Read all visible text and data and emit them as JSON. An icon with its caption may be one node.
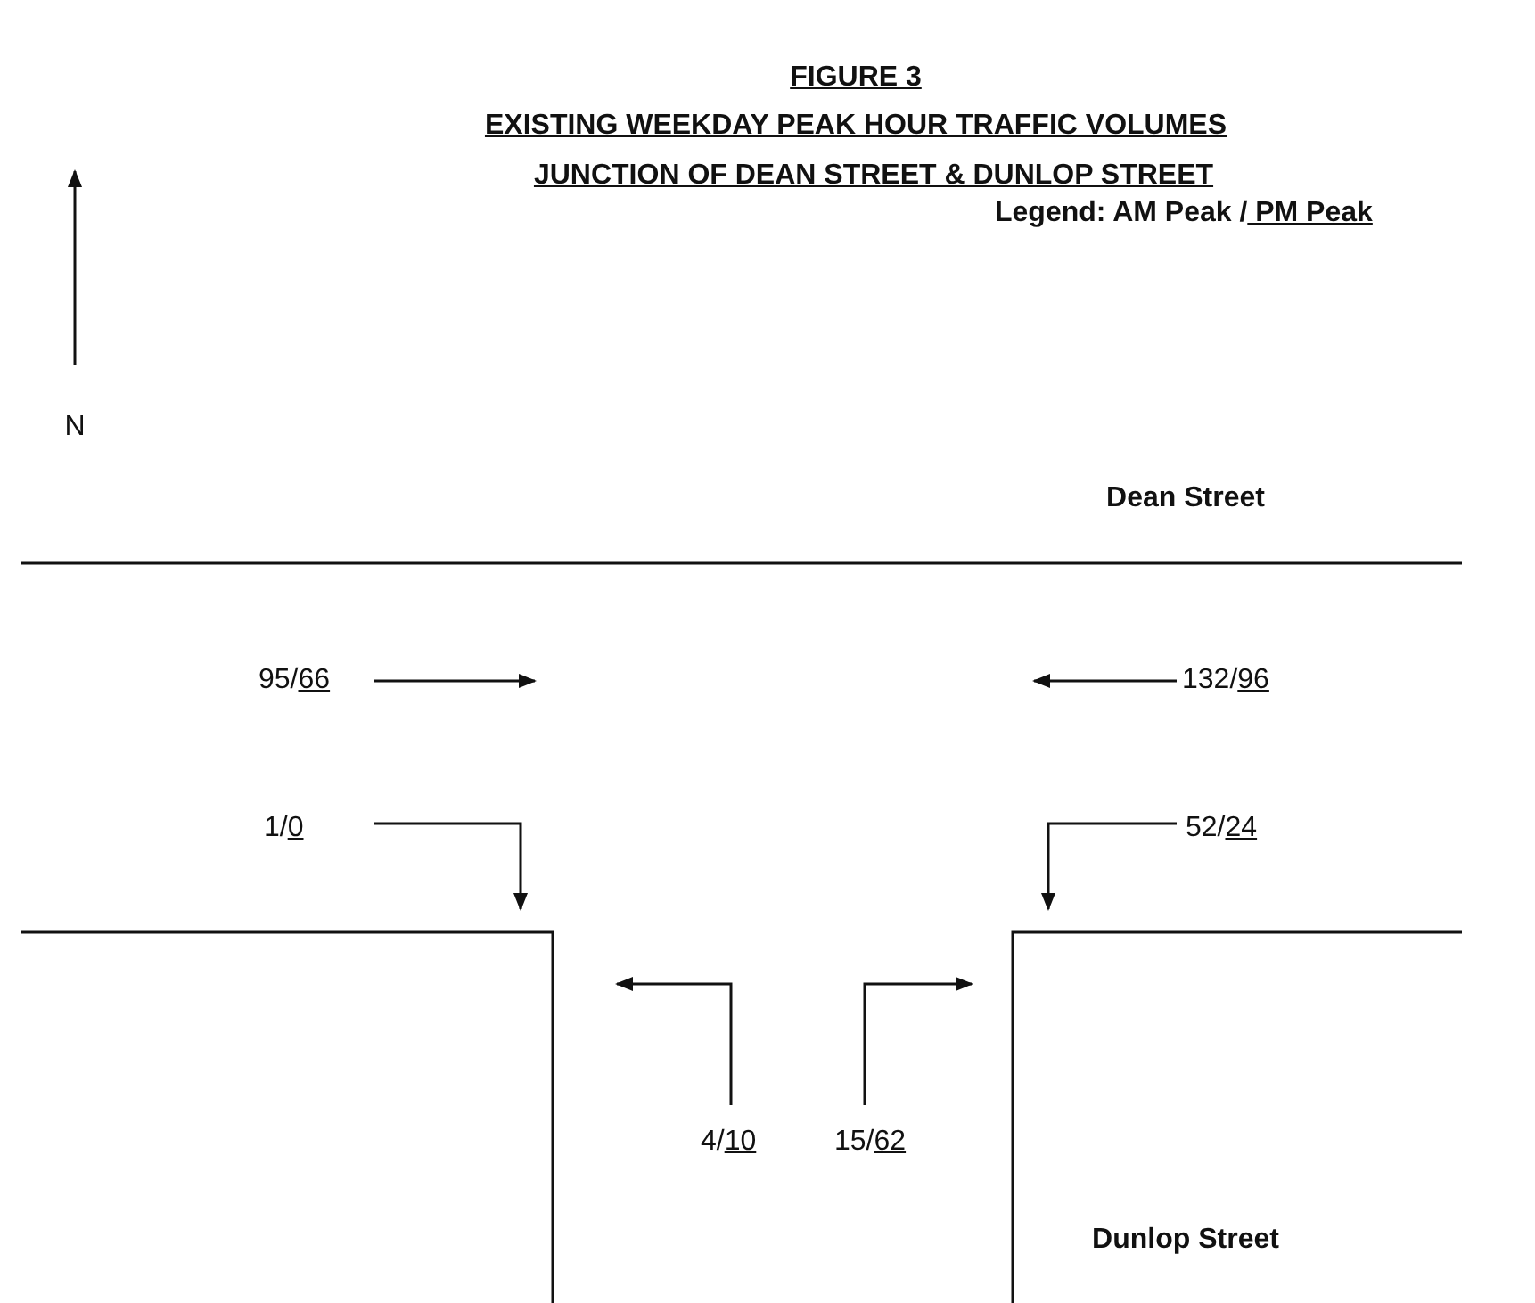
{
  "diagram": {
    "title": "FIGURE 3",
    "labels": [
      "EXISTING WEEKDAY PEAK HOUR TRAFFIC VOLUMES",
      "JUNCTION OF DEAN STREET & DUNLOP STREET",
      "Legend: AM Peak / PM Peak",
      "N",
      "Dean Street",
      "95/66",
      "132/96",
      "1/0",
      "52/24",
      "4/10",
      "15/62",
      "Dunlop Street"
    ]
  }
}
